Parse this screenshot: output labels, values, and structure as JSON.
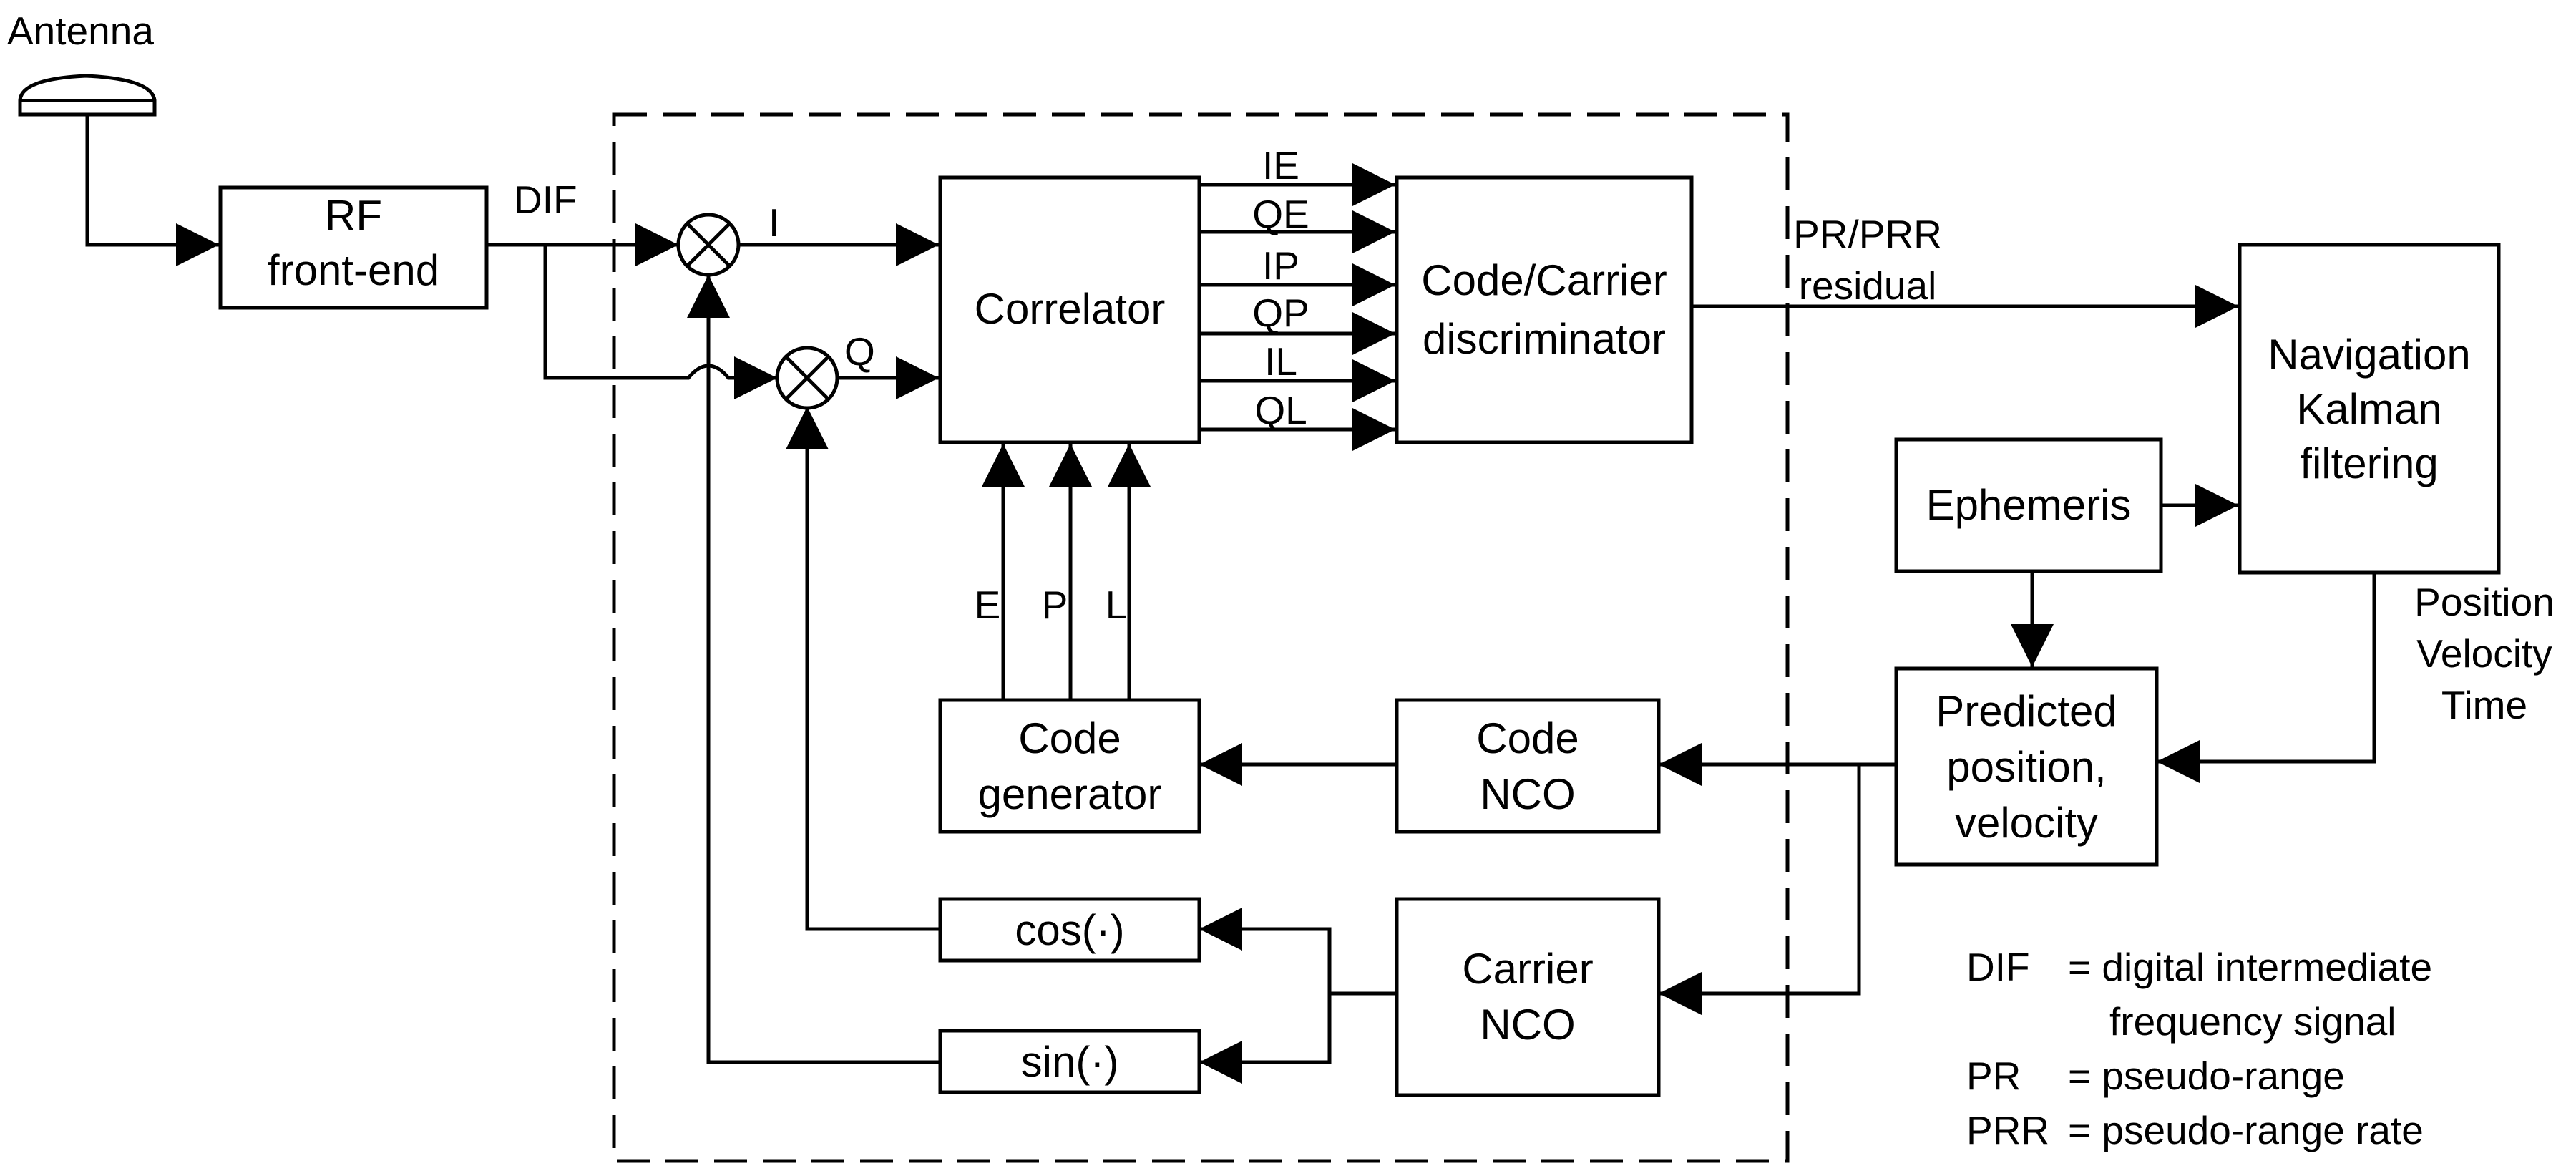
{
  "labels": {
    "antenna": "Antenna",
    "dif": "DIF",
    "i": "I",
    "q": "Q",
    "pr_line1": "PR/PRR",
    "pr_line2": "residual",
    "pvt_line1": "Position",
    "pvt_line2": "Velocity",
    "pvt_line3": "Time",
    "early": "E",
    "prompt": "P",
    "late": "L"
  },
  "blocks": {
    "rf_line1": "RF",
    "rf_line2": "front-end",
    "correlator": "Correlator",
    "disc_line1": "Code/Carrier",
    "disc_line2": "discriminator",
    "nav_line1": "Navigation",
    "nav_line2": "Kalman",
    "nav_line3": "filtering",
    "ephemeris": "Ephemeris",
    "pred_line1": "Predicted",
    "pred_line2": "position,",
    "pred_line3": "velocity",
    "codegen_line1": "Code",
    "codegen_line2": "generator",
    "codenco_line1": "Code",
    "codenco_line2": "NCO",
    "carnco_line1": "Carrier",
    "carnco_line2": "NCO",
    "cos": "cos(·)",
    "sin": "sin(·)"
  },
  "correlator_outputs": [
    "IE",
    "QE",
    "IP",
    "QP",
    "IL",
    "QL"
  ],
  "legend": {
    "dif_abbr": "DIF",
    "dif_def_line1": "= digital intermediate",
    "dif_def_line2": "frequency signal",
    "pr_abbr": "PR",
    "pr_def": "= pseudo-range",
    "prr_abbr": "PRR",
    "prr_def": "= pseudo-range rate"
  }
}
